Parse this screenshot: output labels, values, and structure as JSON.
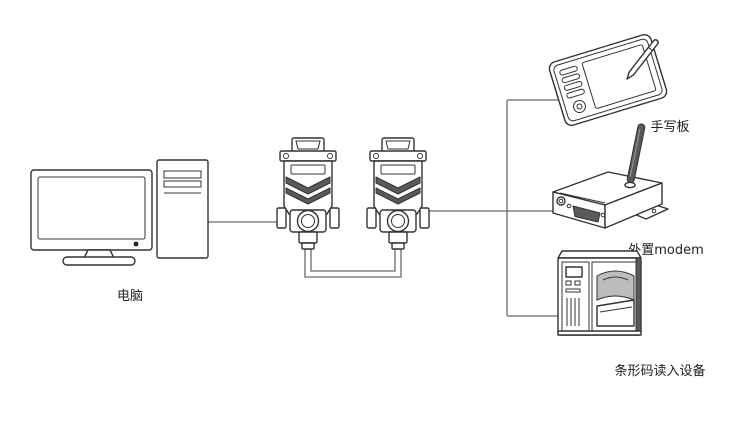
{
  "labels": {
    "computer": "电脑",
    "tablet": "手写板",
    "modem": "外置modem",
    "barcode_reader": "条形码读入设备"
  },
  "icons": {
    "computer": "desktop-computer-icon",
    "converter": "serial-converter-icon",
    "tablet": "drawing-tablet-icon",
    "stylus": "stylus-pen-icon",
    "modem": "modem-icon",
    "barcode_reader": "barcode-printer-icon"
  },
  "colors": {
    "background": "#ffffff",
    "line": "#6b6b6b",
    "outline": "#333333"
  }
}
